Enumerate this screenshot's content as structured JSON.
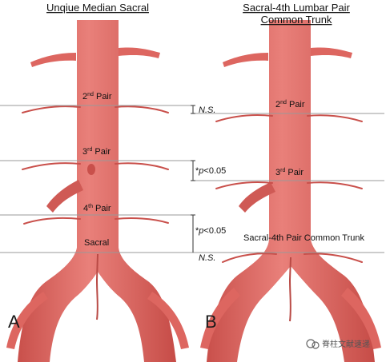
{
  "titles": {
    "left": "Unqiue Median Sacral",
    "right_line1": "Sacral-4th Lumbar Pair",
    "right_line2": "Common Trunk"
  },
  "left_labels": {
    "pair2_num": "2",
    "pair2_sup": "nd",
    "pair2_word": " Pair",
    "pair3_num": "3",
    "pair3_sup": "rd",
    "pair3_word": " Pair",
    "pair4_num": "4",
    "pair4_sup": "th",
    "pair4_word": " Pair",
    "sacral": "Sacral"
  },
  "right_labels": {
    "pair2_num": "2",
    "pair2_sup": "nd",
    "pair2_word": " Pair",
    "pair3_num": "3",
    "pair3_sup": "rd",
    "pair3_word": " Pair",
    "trunk": "Sacral-4th Pair Common Trunk"
  },
  "stats": {
    "ns_top": "N.S.",
    "p1_star": "*",
    "p1_p": "p",
    "p1_val": "<0.05",
    "p2_star": "*",
    "p2_p": "p",
    "p2_val": "<0.05",
    "ns_bottom": "N.S."
  },
  "panels": {
    "a": "A",
    "b": "B"
  },
  "watermark": "脊柱文献速递",
  "colors": {
    "vessel": "#dd6660",
    "vessel_dark": "#b94a45",
    "line": "#999999"
  }
}
